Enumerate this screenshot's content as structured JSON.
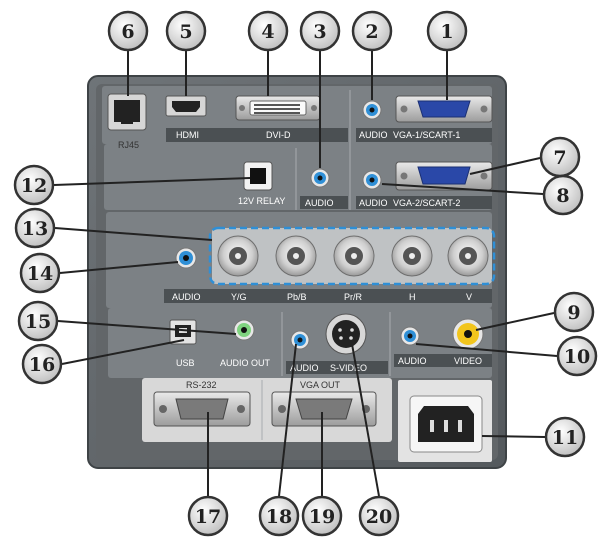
{
  "panel": {
    "labels": {
      "rj45": "RJ45",
      "hdmi": "HDMI",
      "dvi": "DVI-D",
      "audio1": "AUDIO",
      "vga1": "VGA-1/SCART-1",
      "relay": "12V RELAY",
      "audio_mid": "AUDIO",
      "audio2": "AUDIO",
      "vga2": "VGA-2/SCART-2",
      "audio_comp": "AUDIO",
      "yg": "Y/G",
      "pbb": "Pb/B",
      "prr": "Pr/R",
      "h": "H",
      "v": "V",
      "usb": "USB",
      "audio_out": "AUDIO OUT",
      "audio_sv": "AUDIO",
      "svideo": "S-VIDEO",
      "audio_vid": "AUDIO",
      "video": "VIDEO",
      "rs232": "RS-232",
      "vga_out": "VGA OUT"
    },
    "colors": {
      "audio_jack": "#2f8fd6",
      "audio_out_jack": "#7fd37f",
      "video_jack": "#f2c51c",
      "callout_fill": "#d9d9d9"
    }
  },
  "callouts": [
    "1",
    "2",
    "3",
    "4",
    "5",
    "6",
    "7",
    "8",
    "9",
    "10",
    "11",
    "12",
    "13",
    "14",
    "15",
    "16",
    "17",
    "18",
    "19",
    "20"
  ]
}
